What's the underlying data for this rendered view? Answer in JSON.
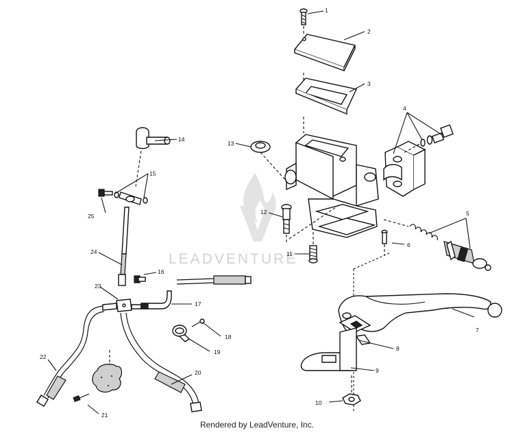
{
  "watermark": {
    "text": "LEADVENTURE"
  },
  "footer": {
    "text": "Rendered by LeadVenture, Inc."
  },
  "callouts": [
    "1",
    "2",
    "3",
    "4",
    "5",
    "6",
    "7",
    "8",
    "9",
    "10",
    "11",
    "12",
    "13",
    "14",
    "15",
    "16",
    "17",
    "18",
    "19",
    "20",
    "21",
    "22",
    "23",
    "24",
    "25"
  ]
}
